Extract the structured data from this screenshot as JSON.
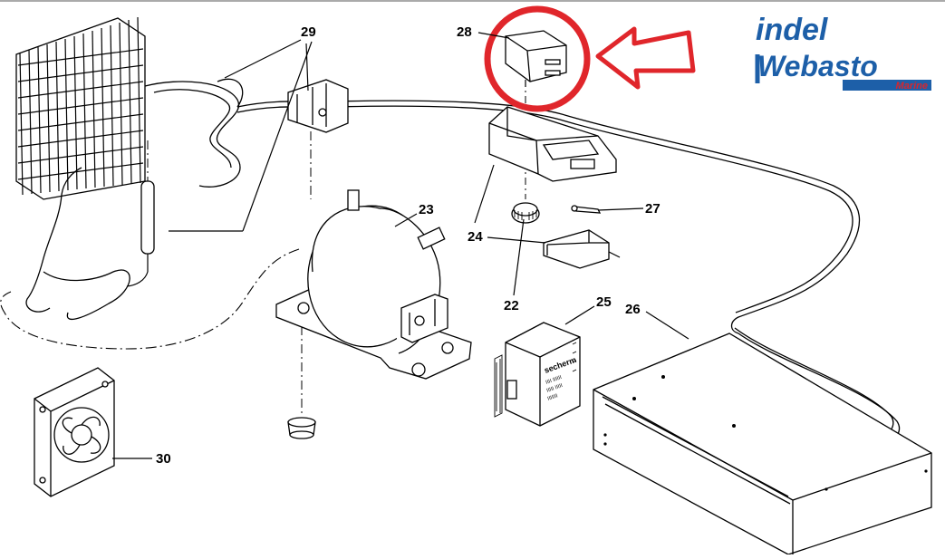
{
  "logo": {
    "line1": "indel",
    "line2": "Webasto",
    "tagline": "Marine",
    "brand_blue": "#1d5fa8",
    "brand_red": "#d8262d"
  },
  "labels": {
    "condenser": "29",
    "bracket": "29",
    "filter": "29",
    "compressor": "23",
    "housing": "24",
    "knob": "22",
    "thermostat": "24",
    "bulb": "27",
    "relay": "28",
    "electronic_unit": "25",
    "evaporator": "26",
    "fan": "30"
  },
  "electronic_unit": {
    "brand": "secherm",
    "lines": [
      "IIII IIIIII",
      "IIIII IIIII",
      "IIIIIII"
    ]
  },
  "highlight": {
    "color": "#e0262b",
    "target": "relay"
  }
}
